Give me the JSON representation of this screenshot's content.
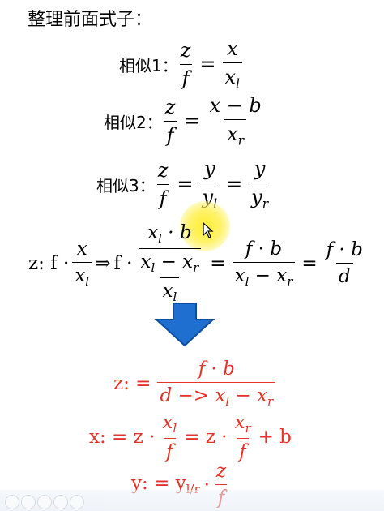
{
  "heading": "整理前面式子：",
  "similar1": {
    "label": "相似1：",
    "lhs_num": "z",
    "lhs_den": "f",
    "eq": "=",
    "rhs_num": "x",
    "rhs_den_base": "x",
    "rhs_den_sub": "l"
  },
  "similar2": {
    "label": "相似2：",
    "lhs_num": "z",
    "lhs_den": "f",
    "eq": "=",
    "rhs_num": "x − b",
    "rhs_den_base": "x",
    "rhs_den_sub": "r"
  },
  "similar3": {
    "label": "相似3：",
    "lhs_num": "z",
    "lhs_den": "f",
    "eq1": "=",
    "mid_num": "y",
    "mid_den_base": "y",
    "mid_den_sub": "l",
    "eq2": "=",
    "rhs_num": "y",
    "rhs_den_base": "y",
    "rhs_den_sub": "r"
  },
  "derivation": {
    "lead": "z: f ·",
    "f1_num": "x",
    "f1_den_base": "x",
    "f1_den_sub": "l",
    "arrow": "⇒",
    "f_dot": "f ·",
    "inner_num_base": "x",
    "inner_num_sub": "l",
    "inner_num_rest": " · b",
    "inner_den_a": "x",
    "inner_den_a_sub": "l",
    "inner_den_op": " − ",
    "inner_den_b": "x",
    "inner_den_b_sub": "r",
    "outer_den_base": "x",
    "outer_den_sub": "l",
    "eq1": "=",
    "f2_num": "f · b",
    "f2_den_a": "x",
    "f2_den_a_sub": "l",
    "f2_den_op": " − ",
    "f2_den_b": "x",
    "f2_den_b_sub": "r",
    "eq2": "=",
    "f3_num": "f · b",
    "f3_den": "d"
  },
  "result": {
    "z_lead": "z: =",
    "z_num": "f · b",
    "z_den_a": "d −> x",
    "z_den_a_sub": "l",
    "z_den_op": " − ",
    "z_den_b": "x",
    "z_den_b_sub": "r",
    "x_lead": "x: = z ·",
    "x_f1_num_base": "x",
    "x_f1_num_sub": "l",
    "x_f1_den": "f",
    "x_eq": "= z ·",
    "x_f2_num_base": "x",
    "x_f2_num_sub": "r",
    "x_f2_den": "f",
    "x_tail": "+ b",
    "y_lead": "y: = y",
    "y_lead_sub": "l/r",
    "y_dot": "·",
    "y_num": "z",
    "y_den": "f"
  },
  "colors": {
    "formula_red": "#e63228",
    "arrow_blue": "#1f6fd0",
    "highlight_yellow": "#ffec28"
  }
}
